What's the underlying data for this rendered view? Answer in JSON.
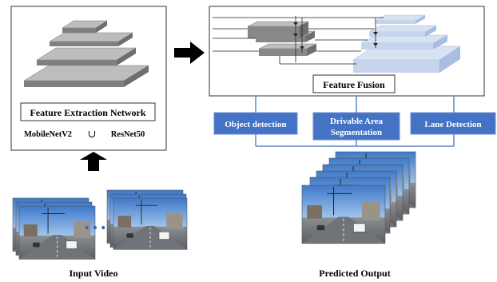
{
  "feature_extraction": {
    "title": "Feature Extraction Network",
    "backbone_a": "MobileNetV2",
    "union_symbol": "∪",
    "backbone_b": "ResNet50"
  },
  "fusion": {
    "title": "Feature Fusion"
  },
  "heads": [
    {
      "label_lines": [
        "Object detection"
      ]
    },
    {
      "label_lines": [
        "Drivable Area",
        "Segmentation"
      ]
    },
    {
      "label_lines": [
        "Lane Detection"
      ]
    }
  ],
  "input": {
    "caption": "Input Video",
    "ellipsis": "•••"
  },
  "output": {
    "caption": "Predicted Output"
  },
  "colors": {
    "head_fill": "#4472c4",
    "connector": "#5b87c9",
    "gray_layer_top": "#bdbdbd",
    "gray_layer_side": "#808080",
    "blue_layer_top": "#d9e2f3",
    "blue_layer_side": "#a9bde3",
    "box_border": "#333333"
  }
}
